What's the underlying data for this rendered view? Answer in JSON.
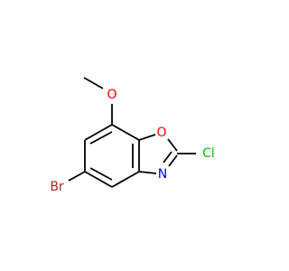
{
  "molecule": {
    "atoms": {
      "methyl": "",
      "methoxy_o": "O",
      "ring_o": "O",
      "chlorine": "Cl",
      "nitrogen": "N",
      "bromine": "Br"
    },
    "colors": {
      "bond": "#000000",
      "oxygen": "#ff0000",
      "nitrogen": "#0000ff",
      "chlorine": "#00c000",
      "bromine": "#a52a2a"
    }
  }
}
